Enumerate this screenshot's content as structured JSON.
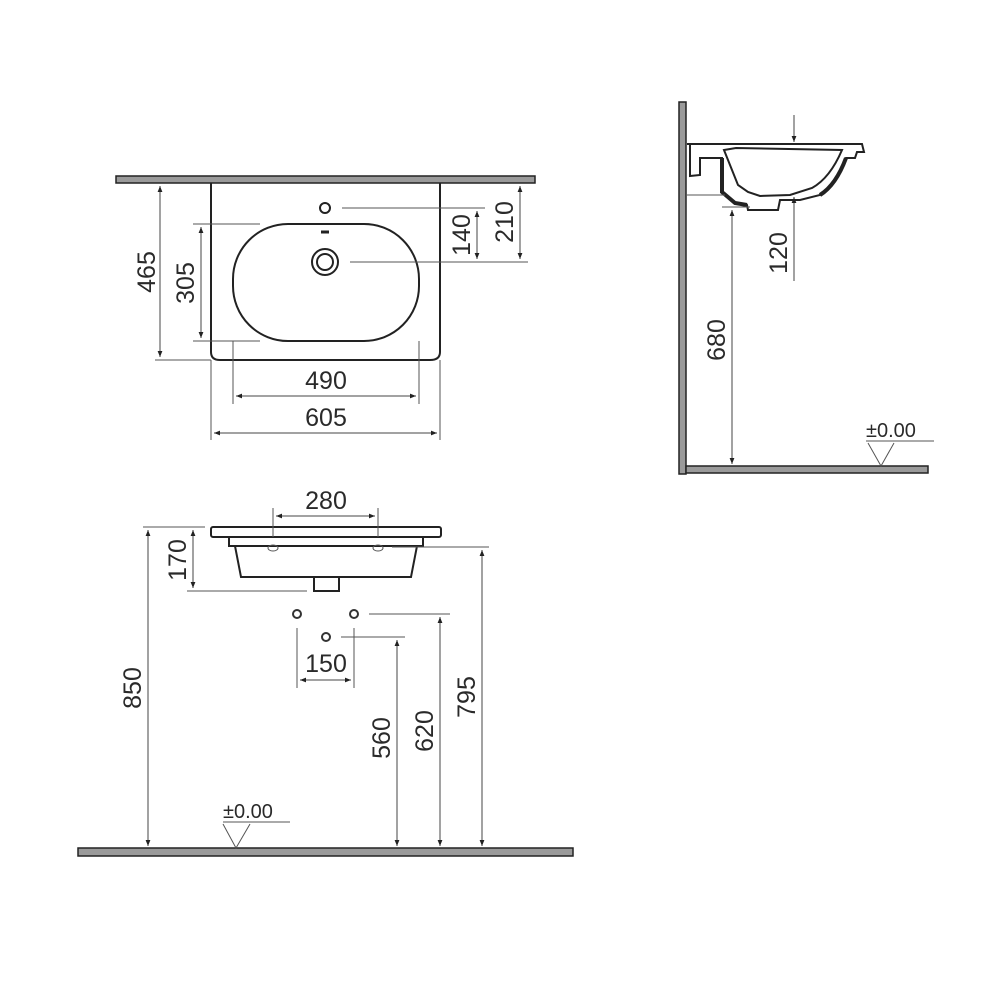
{
  "drawing": {
    "type": "washbasin technical drawing",
    "units": "mm",
    "colors": {
      "line": "#222222",
      "wall_fill": "#9a9a9a",
      "background": "#ffffff"
    }
  },
  "top_view": {
    "dimensions": {
      "overall_depth": "465",
      "bowl_depth": "305",
      "tap_hole_to_drain": "140",
      "wall_to_drain": "210",
      "bowl_width": "490",
      "overall_width": "605"
    }
  },
  "side_view": {
    "dimensions": {
      "bowl_depth_vertical": "120",
      "floor_to_underside": "680"
    },
    "level_mark": "±0.00"
  },
  "front_view": {
    "dimensions": {
      "fixing_hole_spacing": "280",
      "basin_height": "170",
      "supply_spacing": "150",
      "floor_to_rim": "850",
      "floor_to_waste": "560",
      "floor_to_supply": "620",
      "floor_to_fixing": "795"
    },
    "level_mark": "±0.00"
  }
}
